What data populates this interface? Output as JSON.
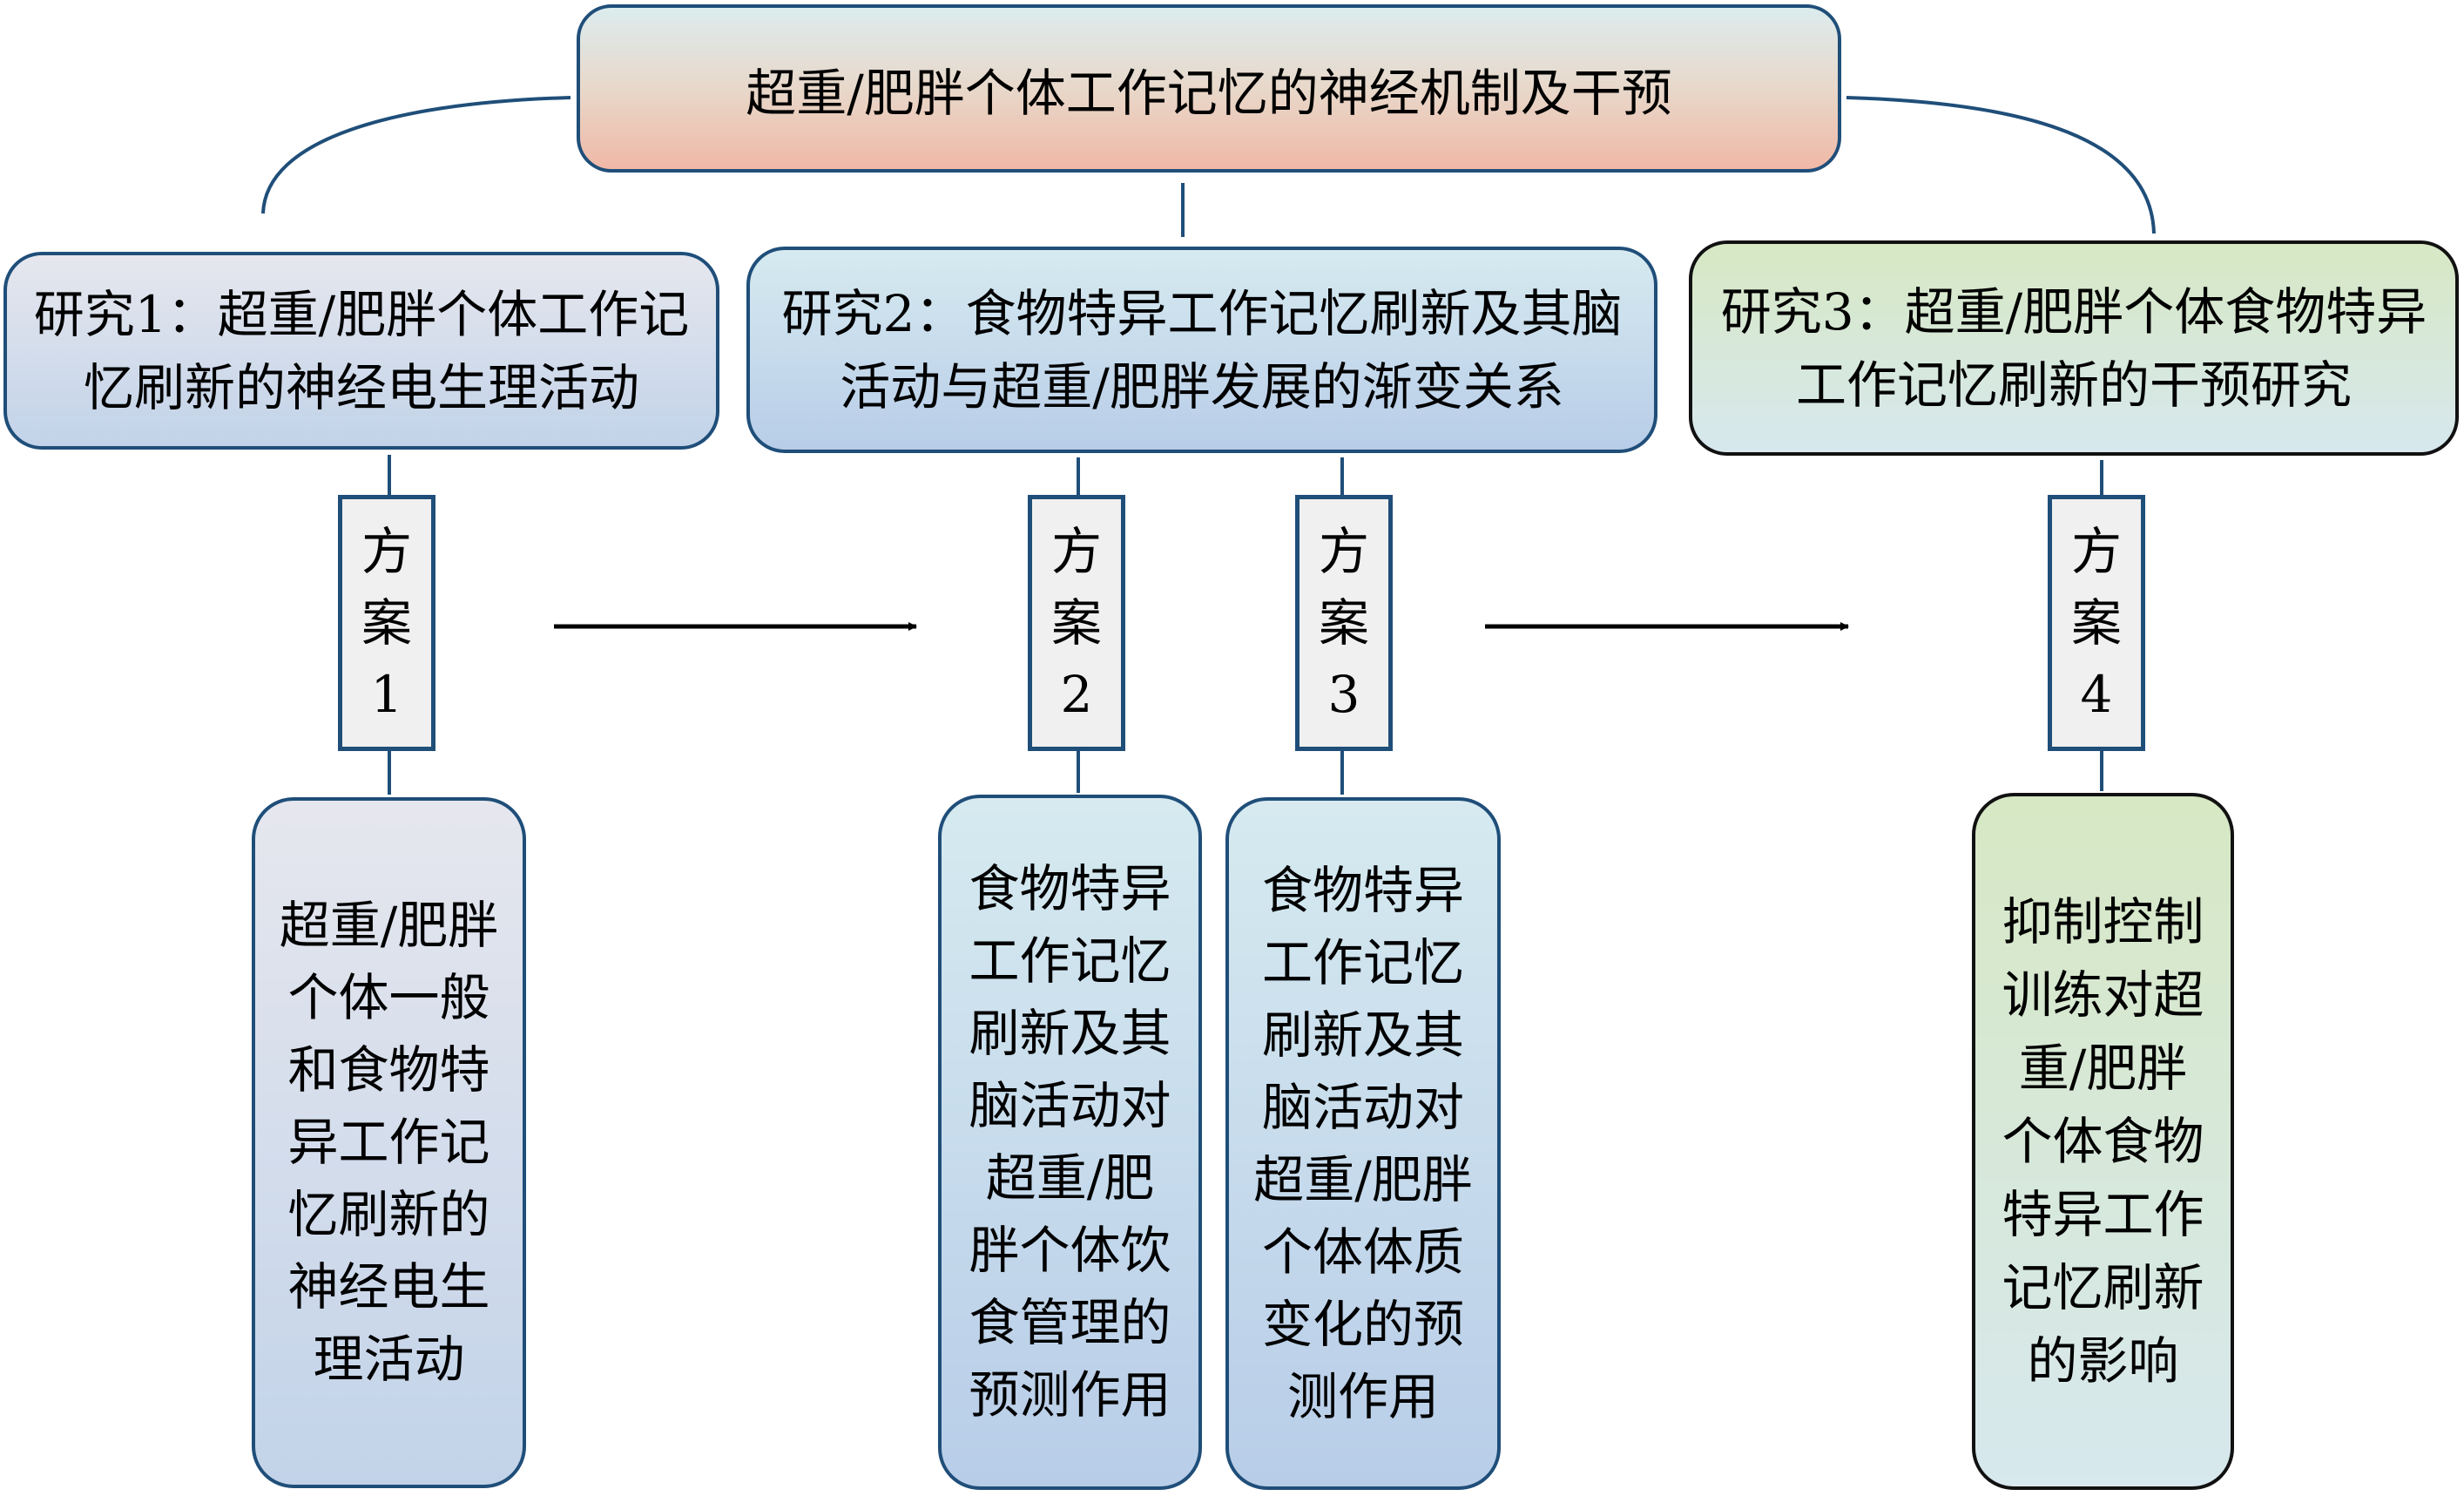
{
  "title": "超重/肥胖个体工作记忆的神经机制及干预",
  "studies": [
    {
      "label": "研究1：超重/肥胖个体工作记忆刷新的神经电生理活动"
    },
    {
      "label": "研究2：食物特异工作记忆刷新及其脑活动与超重/肥胖发展的渐变关系"
    },
    {
      "label": "研究3：超重/肥胖个体食物特异工作记忆刷新的干预研究"
    }
  ],
  "plans": [
    {
      "chars": [
        "方",
        "案",
        "1"
      ],
      "detail": "超重/肥胖个体一般和食物特异工作记忆刷新的神经电生理活动"
    },
    {
      "chars": [
        "方",
        "案",
        "2"
      ],
      "detail": "食物特异工作记忆刷新及其脑活动对超重/肥胖个体饮食管理的预测作用"
    },
    {
      "chars": [
        "方",
        "案",
        "3"
      ],
      "detail": "食物特异工作记忆刷新及其脑活动对超重/肥胖个体体质变化的预测作用"
    },
    {
      "chars": [
        "方",
        "案",
        "4"
      ],
      "detail": "抑制控制训练对超重/肥胖个体食物特异工作记忆刷新的影响"
    }
  ],
  "colors": {
    "border": "#1f4e79",
    "arrow": "#000000"
  }
}
